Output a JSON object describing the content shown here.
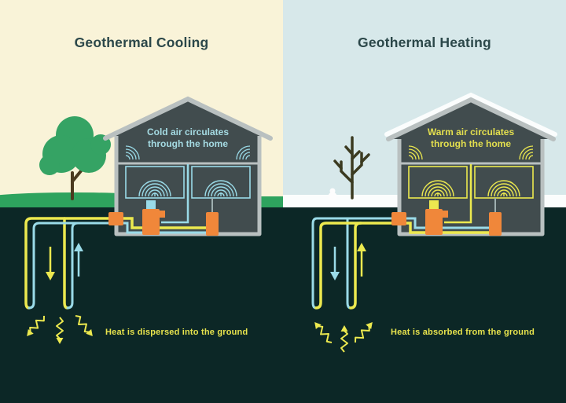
{
  "panels": {
    "cooling": {
      "title": "Geothermal Cooling",
      "house_label": "Cold air circulates\nthrough the home",
      "ground_caption": "Heat is dispersed into the ground",
      "season": "summer",
      "flow_down_color": "#ece94f",
      "flow_up_color": "#9adbe8",
      "accent_color": "#9adbe8"
    },
    "heating": {
      "title": "Geothermal Heating",
      "house_label": "Warm air circulates\nthrough the home",
      "ground_caption": "Heat is absorbed from the ground",
      "season": "winter",
      "flow_down_color": "#9adbe8",
      "flow_up_color": "#ece94f",
      "accent_color": "#ece94f"
    }
  },
  "colors": {
    "summer_sky": "#f9f3d8",
    "winter_sky": "#d7e8ea",
    "ground": "#0c2726",
    "grass": "#2ea35e",
    "snow": "#fbfdfd",
    "house_wall": "#b9c0c0",
    "house_interior": "#414c4e",
    "pipe_cold": "#9adbe8",
    "pipe_warm": "#ece94f",
    "equipment_orange": "#f0873a",
    "title_text": "#2b4749",
    "tree_green": "#35a364",
    "tree_trunk": "#4b3a1f",
    "bare_tree": "#3b3a20"
  },
  "icons": {
    "summer_tree_icon": "leafy green tree",
    "winter_tree_icon": "bare tree",
    "snowman_icon": "snowman",
    "attic_air_arcs_icon": "radiating air arcs in attic corners",
    "air_vent_arcs_icon": "radiating air arcs from floor vents",
    "flow_down_arrow_icon": "straight arrow pointing down",
    "flow_up_arrow_icon": "straight arrow pointing up",
    "heat_squiggle_arrow_icon": "zigzag heat-transfer arrow",
    "heat_pump_icon": "orange heat pump unit",
    "ground_loop_icon": "U-shaped ground loop pipes"
  }
}
